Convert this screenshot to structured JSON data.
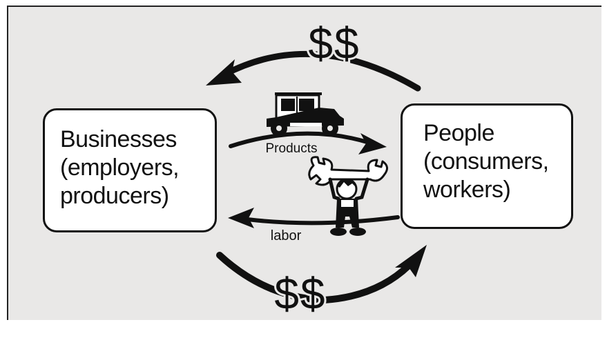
{
  "diagram": {
    "businesses": {
      "line1": "Businesses",
      "line2": "(employers,",
      "line3": "producers)"
    },
    "people": {
      "line1": "People",
      "line2": "(consumers,",
      "line3": "workers)"
    },
    "flows": {
      "money_top": "$$",
      "products": "Products",
      "labor": "labor",
      "money_bottom": "$$"
    },
    "icons": [
      "car-icon",
      "worker-with-wrench-icon"
    ],
    "colors": {
      "background": "#e9e8e7",
      "ink": "#111111",
      "box_fill": "#ffffff"
    }
  }
}
